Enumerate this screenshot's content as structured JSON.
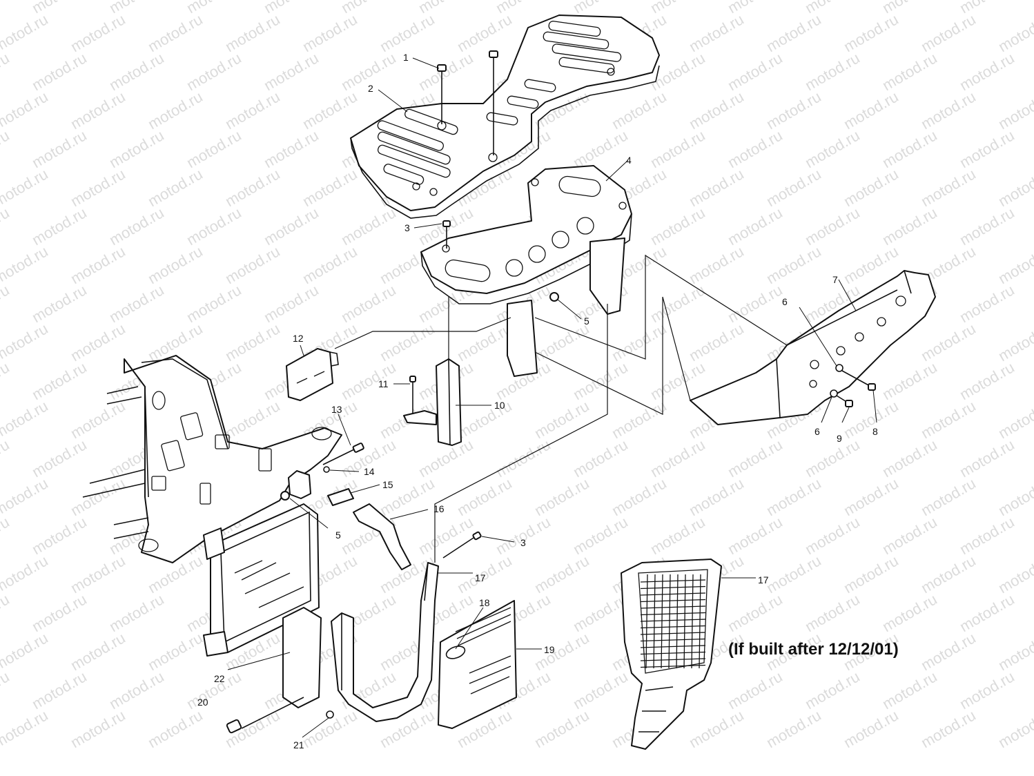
{
  "watermark": "motod.ru",
  "note": "(If built after 12/12/01)",
  "callouts": [
    {
      "id": "c1",
      "label": "1"
    },
    {
      "id": "c2",
      "label": "2"
    },
    {
      "id": "c3a",
      "label": "3"
    },
    {
      "id": "c4",
      "label": "4"
    },
    {
      "id": "c5a",
      "label": "5"
    },
    {
      "id": "c6a",
      "label": "6"
    },
    {
      "id": "c7",
      "label": "7"
    },
    {
      "id": "c6b",
      "label": "6"
    },
    {
      "id": "c8",
      "label": "8"
    },
    {
      "id": "c9",
      "label": "9"
    },
    {
      "id": "c10",
      "label": "10"
    },
    {
      "id": "c11",
      "label": "11"
    },
    {
      "id": "c12",
      "label": "12"
    },
    {
      "id": "c13",
      "label": "13"
    },
    {
      "id": "c14",
      "label": "14"
    },
    {
      "id": "c15",
      "label": "15"
    },
    {
      "id": "c5b",
      "label": "5"
    },
    {
      "id": "c16",
      "label": "16"
    },
    {
      "id": "c3b",
      "label": "3"
    },
    {
      "id": "c17a",
      "label": "17"
    },
    {
      "id": "c17b",
      "label": "17"
    },
    {
      "id": "c18",
      "label": "18"
    },
    {
      "id": "c19",
      "label": "19"
    },
    {
      "id": "c20",
      "label": "20"
    },
    {
      "id": "c21",
      "label": "21"
    },
    {
      "id": "c22",
      "label": "22"
    }
  ]
}
